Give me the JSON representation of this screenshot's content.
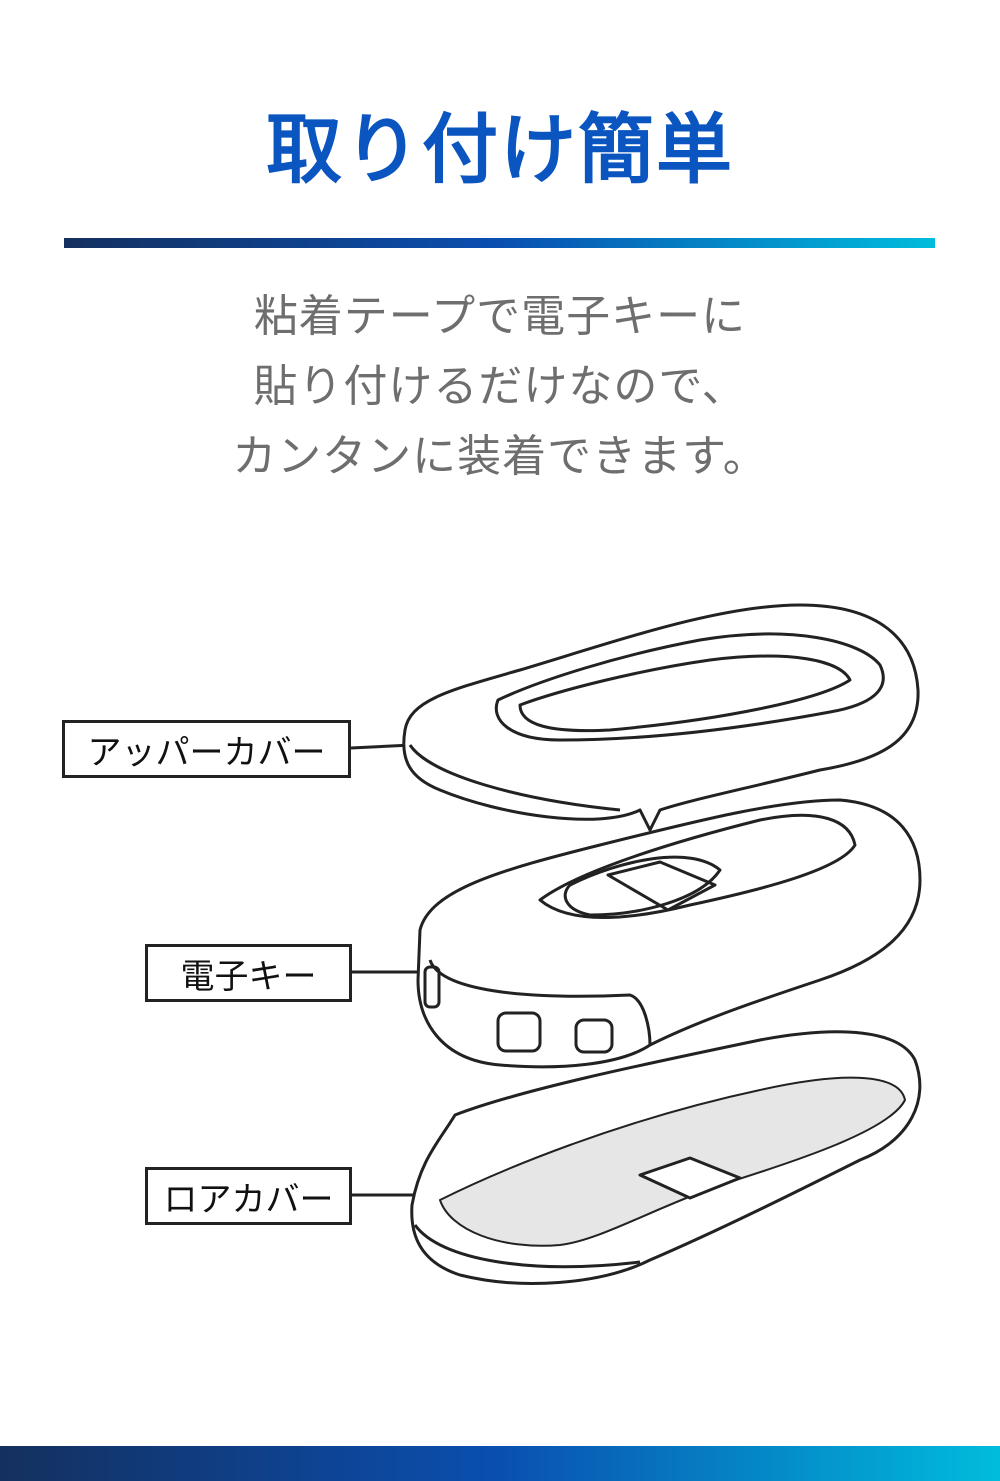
{
  "title": "取り付け簡単",
  "description": [
    "粘着テープで電子キーに",
    "貼り付けるだけなので、",
    "カンタンに装着できます。"
  ],
  "labels": {
    "upper_cover": "アッパーカバー",
    "key": "電子キー",
    "lower_cover": "ロアカバー"
  },
  "colors": {
    "title": "#0a55c0",
    "gradient_start": "#14305f",
    "gradient_end": "#00bcdc"
  }
}
